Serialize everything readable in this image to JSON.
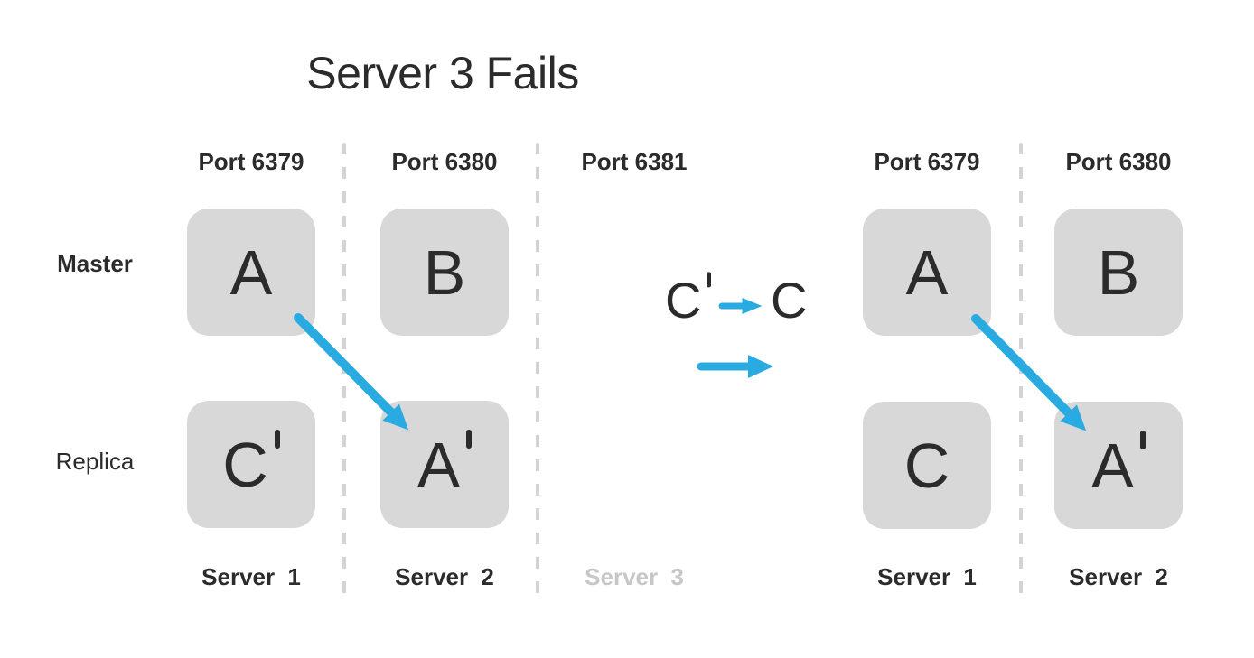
{
  "title": "Server 3 Fails",
  "colors": {
    "accent": "#29abe2",
    "box": "#d8d8d8",
    "ink": "#2b2b2b",
    "muted": "#c7c7c7",
    "dash": "#d4d4d4"
  },
  "rows": {
    "master": "Master",
    "replica": "Replica"
  },
  "before": {
    "columns": [
      {
        "port": "Port 6379",
        "server": "Server 1",
        "failed": false
      },
      {
        "port": "Port 6380",
        "server": "Server 2",
        "failed": false
      },
      {
        "port": "Port 6381",
        "server": "Server 3",
        "failed": true
      }
    ],
    "nodes": {
      "master1": {
        "letter": "A",
        "prime": false
      },
      "master2": {
        "letter": "B",
        "prime": false
      },
      "replica1": {
        "letter": "C",
        "prime": true
      },
      "replica2": {
        "letter": "A",
        "prime": true
      }
    }
  },
  "transition": {
    "from": {
      "letter": "C",
      "prime": true
    },
    "to": {
      "letter": "C",
      "prime": false
    }
  },
  "after": {
    "columns": [
      {
        "port": "Port 6379",
        "server": "Server 1",
        "failed": false
      },
      {
        "port": "Port 6380",
        "server": "Server 2",
        "failed": false
      }
    ],
    "nodes": {
      "master1": {
        "letter": "A",
        "prime": false
      },
      "master2": {
        "letter": "B",
        "prime": false
      },
      "replica1": {
        "letter": "C",
        "prime": false
      },
      "replica2": {
        "letter": "A",
        "prime": true
      }
    }
  }
}
